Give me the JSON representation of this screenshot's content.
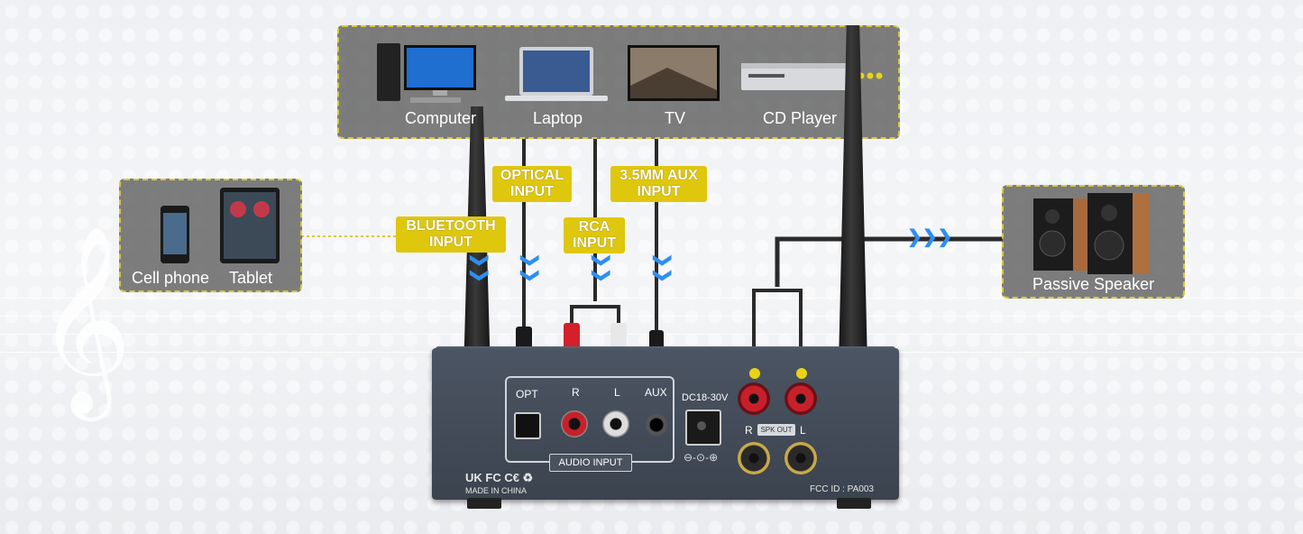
{
  "sources": {
    "computer": "Computer",
    "laptop": "Laptop",
    "tv": "TV",
    "cd_player": "CD Player"
  },
  "mobile": {
    "cell_phone": "Cell phone",
    "tablet": "Tablet"
  },
  "speaker": {
    "label": "Passive Speaker"
  },
  "inputs": {
    "bluetooth": [
      "BLUETOOTH",
      "INPUT"
    ],
    "optical": [
      "OPTICAL",
      "INPUT"
    ],
    "rca": [
      "RCA",
      "INPUT"
    ],
    "aux": [
      "3.5MM AUX",
      "INPUT"
    ]
  },
  "amp": {
    "opt": "OPT",
    "r": "R",
    "l": "L",
    "aux": "AUX",
    "audio_input": "AUDIO INPUT",
    "dc": "DC18-30V",
    "spk_out": "SPK OUT",
    "spk_r": "R",
    "spk_l": "L",
    "fcc": "FCC ID : PA003",
    "made_in": "MADE IN CHINA"
  },
  "colors": {
    "tag": "#dfc70e",
    "panel_border": "#d8c93a",
    "arrow": "#2e8ff0"
  }
}
